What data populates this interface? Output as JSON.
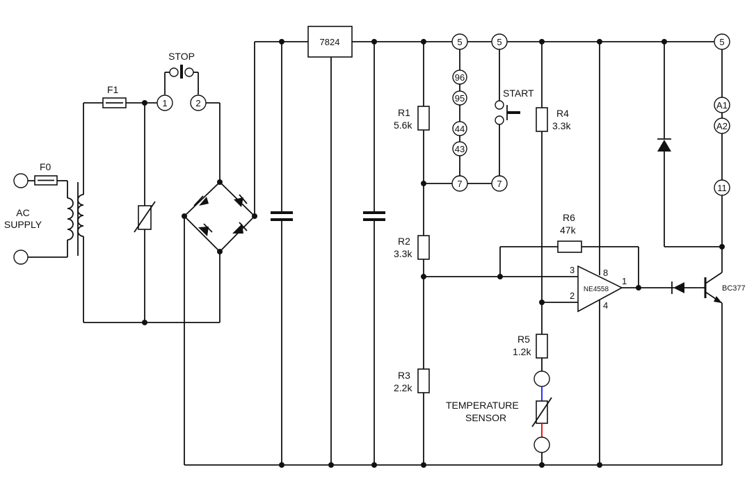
{
  "labels": {
    "ac_supply_line1": "AC",
    "ac_supply_line2": "SUPPLY",
    "f0": "F0",
    "f1": "F1",
    "stop": "STOP",
    "start": "START",
    "regulator": "7824",
    "r1_name": "R1",
    "r1_value": "5.6k",
    "r2_name": "R2",
    "r2_value": "3.3k",
    "r3_name": "R3",
    "r3_value": "2.2k",
    "r4_name": "R4",
    "r4_value": "3.3k",
    "r5_name": "R5",
    "r5_value": "1.2k",
    "r6_name": "R6",
    "r6_value": "47k",
    "opamp": "NE4558",
    "transistor": "BC377",
    "sensor_line1": "TEMPERATURE",
    "sensor_line2": "SENSOR"
  },
  "terminals": {
    "t1": "1",
    "t2": "2",
    "t5a": "5",
    "t5b": "5",
    "t5c": "5",
    "t96": "96",
    "t95": "95",
    "t44": "44",
    "t43": "43",
    "t7a": "7",
    "t7b": "7",
    "ta1": "A1",
    "ta2": "A2",
    "t11": "11"
  },
  "opamp_pins": {
    "p3": "3",
    "p2": "2",
    "p8": "8",
    "p4": "4",
    "p1": "1"
  },
  "wire_colors": {
    "sensor_top": "#1a1aff",
    "sensor_bottom": "#e00000"
  }
}
